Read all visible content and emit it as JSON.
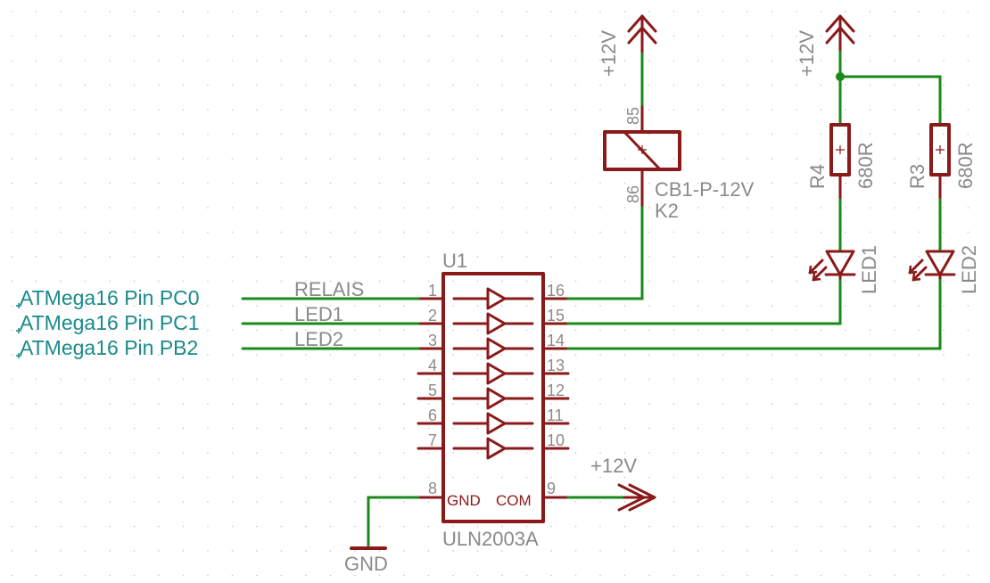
{
  "nets": {
    "pc0": "ATMega16 Pin PC0",
    "pc1": "ATMega16 Pin PC1",
    "pb2": "ATMega16 Pin PB2",
    "relais": "RELAIS",
    "led1": "LED1",
    "led2": "LED2"
  },
  "u1": {
    "ref": "U1",
    "value": "ULN2003A",
    "gnd_label": "GND",
    "com_label": "COM",
    "left_pins": [
      "1",
      "2",
      "3",
      "4",
      "5",
      "6",
      "7",
      "8"
    ],
    "right_pins": [
      "16",
      "15",
      "14",
      "13",
      "12",
      "11",
      "10",
      "9"
    ]
  },
  "k2": {
    "ref": "K2",
    "value": "CB1-P-12V",
    "pin_top": "85",
    "pin_bottom": "86"
  },
  "r4": {
    "ref": "R4",
    "value": "680R"
  },
  "r3": {
    "ref": "R3",
    "value": "680R"
  },
  "led1": {
    "ref": "LED1"
  },
  "led2": {
    "ref": "LED2"
  },
  "supply": {
    "relay": "+12V",
    "leds": "+12V",
    "com": "+12V"
  },
  "ground": "GND",
  "colors": {
    "wire": "#1a8a1a",
    "component": "#8a1a1a",
    "label": "#8a8a8a",
    "net": "#1a8a8a",
    "grid": "#cfcfcf"
  }
}
